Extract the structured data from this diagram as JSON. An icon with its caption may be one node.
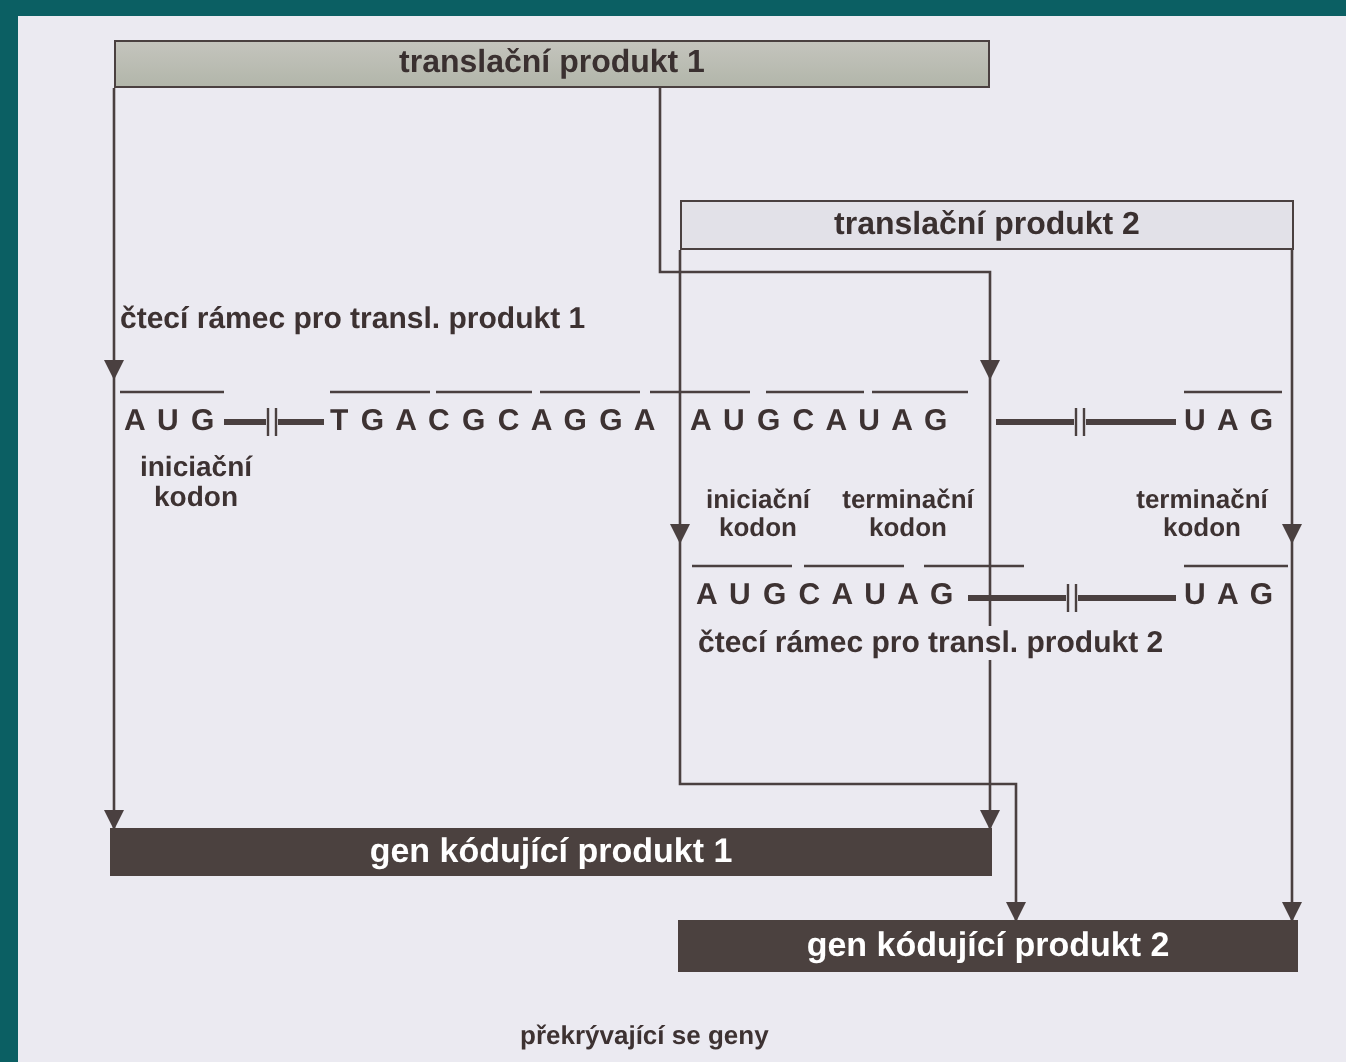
{
  "diagram": {
    "caption": "překrývající se geny",
    "nodes": [
      {
        "text": [
          "translační produkt 1"
        ]
      },
      {
        "text": [
          "translační produkt 2"
        ]
      },
      {
        "text": [
          "gen kódující produkt 1"
        ]
      },
      {
        "text": [
          "gen kódující produkt 2"
        ]
      }
    ],
    "edges": [
      {
        "from": 0,
        "to": 2,
        "arrow": "to"
      },
      {
        "from": 0,
        "to": 2,
        "arrow": "to"
      },
      {
        "from": 1,
        "to": 3,
        "arrow": "to"
      },
      {
        "from": 1,
        "to": 3,
        "arrow": "to"
      }
    ],
    "labels": [
      "čtecí rámec pro transl. produkt 1",
      "A U G",
      "T G A C G C A G G A",
      "A U G C A U A G",
      "U A G",
      "iniciační kodon",
      "iniciační kodon",
      "terminační kodon",
      "terminační kodon",
      "A U G C A U A G",
      "U A G",
      "čtecí rámec pro transl. produkt 2"
    ]
  }
}
